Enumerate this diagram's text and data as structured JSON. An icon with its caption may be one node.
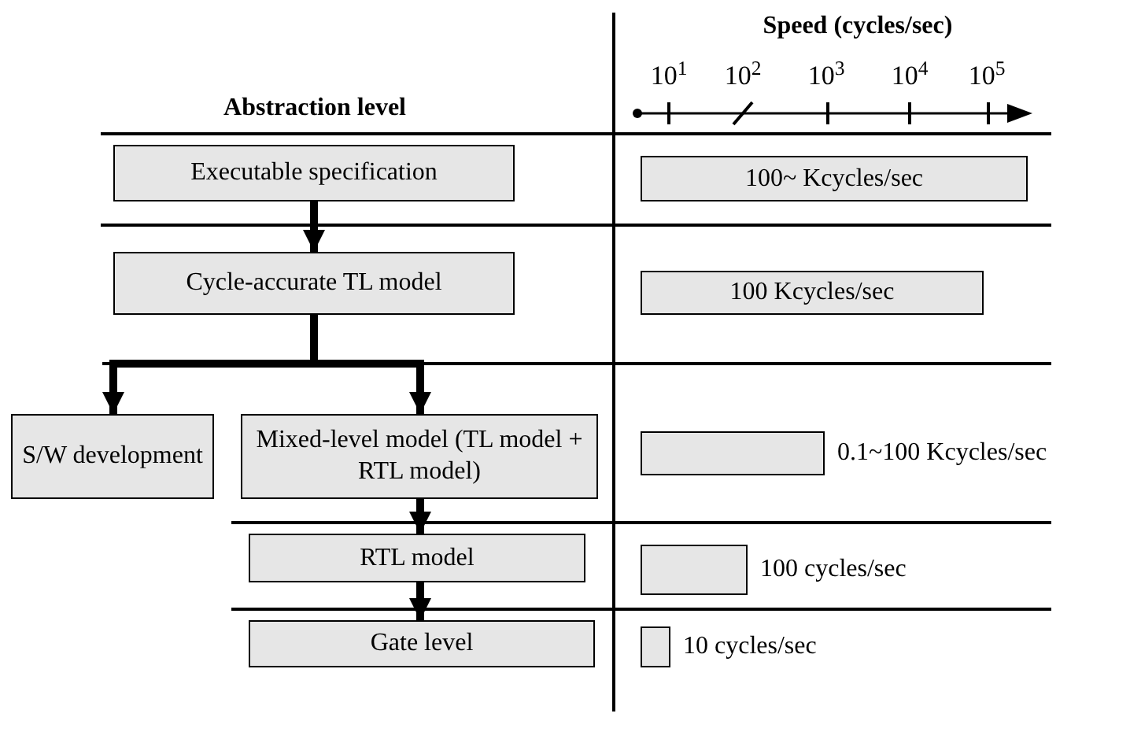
{
  "diagram": {
    "nodes": [
      {
        "text": [
          "Executable specification"
        ]
      },
      {
        "text": [
          "Cycle-accurate TL model"
        ]
      },
      {
        "text": [
          "S/W development"
        ]
      },
      {
        "text": [
          "Mixed-level model (TL model + RTL model)"
        ]
      },
      {
        "text": [
          "RTL model"
        ]
      },
      {
        "text": [
          "Gate level"
        ]
      },
      {
        "text": [
          "100~ Kcycles/sec"
        ]
      },
      {
        "text": [
          "100 Kcycles/sec"
        ]
      },
      {
        "text": [],
        "shape": "bar",
        "beside": [
          "0.1~100 Kcycles/sec"
        ]
      },
      {
        "text": [],
        "shape": "bar",
        "beside": [
          "100 cycles/sec"
        ]
      },
      {
        "text": [],
        "shape": "bar",
        "beside": [
          "10 cycles/sec"
        ]
      }
    ],
    "edges": [
      {
        "from": 0,
        "to": 1,
        "arrow": "to"
      },
      {
        "from": 1,
        "to": 2,
        "arrow": "to"
      },
      {
        "from": 1,
        "to": 3,
        "arrow": "to"
      },
      {
        "from": 3,
        "to": 4,
        "arrow": "to"
      },
      {
        "from": 4,
        "to": 5,
        "arrow": "to"
      }
    ],
    "labels": [
      "Speed (cycles/sec)",
      "10$^{1}$",
      "10$^{2}$",
      "10$^{3}$",
      "10$^{4}$",
      "10$^{5}$",
      "Abstraction level"
    ]
  }
}
